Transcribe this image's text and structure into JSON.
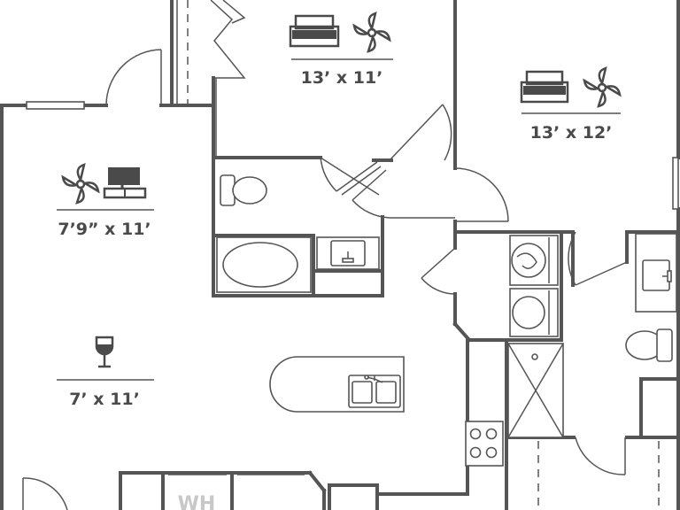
{
  "rooms": [
    {
      "id": "bedroom-2",
      "dimension": "13’ x 11’",
      "icons": [
        "bed-icon",
        "ceiling-fan-icon"
      ]
    },
    {
      "id": "master-bedroom",
      "dimension": "13’ x 12’",
      "icons": [
        "bed-icon",
        "ceiling-fan-icon"
      ]
    },
    {
      "id": "living-room",
      "dimension": "7’9” x 11’",
      "icons": [
        "ceiling-fan-icon",
        "tv-icon"
      ]
    },
    {
      "id": "dining-area",
      "dimension": "7’ x 11’",
      "icons": [
        "wine-glass-icon"
      ]
    }
  ],
  "labels": {
    "water_heater": "WH"
  },
  "colors": {
    "wall": "#555555",
    "label_text": "#4a4a4a",
    "faded_label": "#c8c8c8",
    "background": "#ffffff"
  }
}
